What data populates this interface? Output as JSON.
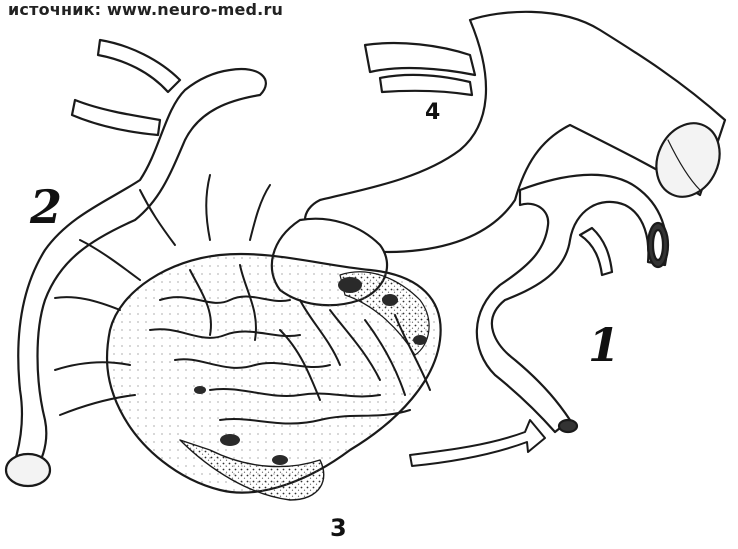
{
  "source_text": "источник: www.neuro-med.ru",
  "labels": {
    "one": "1",
    "two": "2",
    "three": "3",
    "four": "4"
  },
  "colors": {
    "line": "#1a1a1a",
    "fill": "#ffffff",
    "shade": "#555555"
  }
}
